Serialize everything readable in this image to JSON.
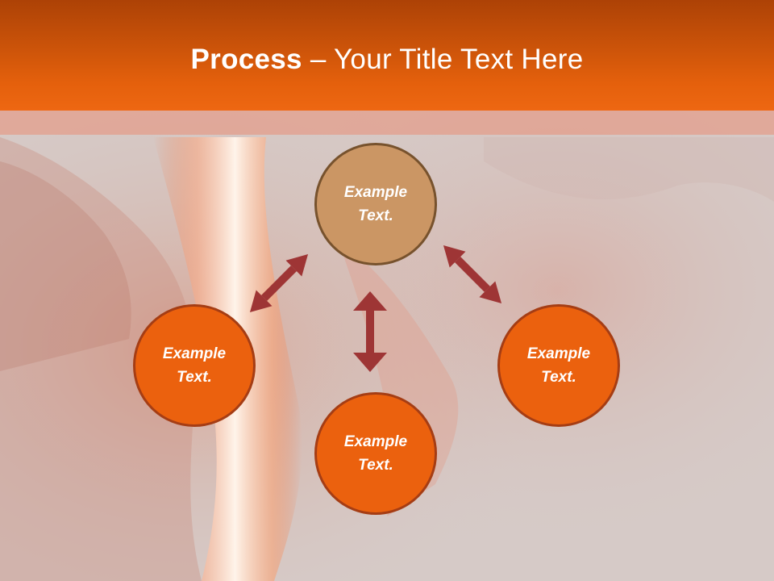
{
  "slide": {
    "title_bold": "Process",
    "title_rest": " – Your Title Text Here"
  },
  "nodes": {
    "top": {
      "label": "Example\nText."
    },
    "left": {
      "label": "Example\nText."
    },
    "right": {
      "label": "Example\nText."
    },
    "bottom": {
      "label": "Example\nText."
    }
  },
  "colors": {
    "header": "#e4600c",
    "center_node": "#cb9664",
    "outer_node": "#eb610e",
    "arrow": "#9e3535"
  }
}
